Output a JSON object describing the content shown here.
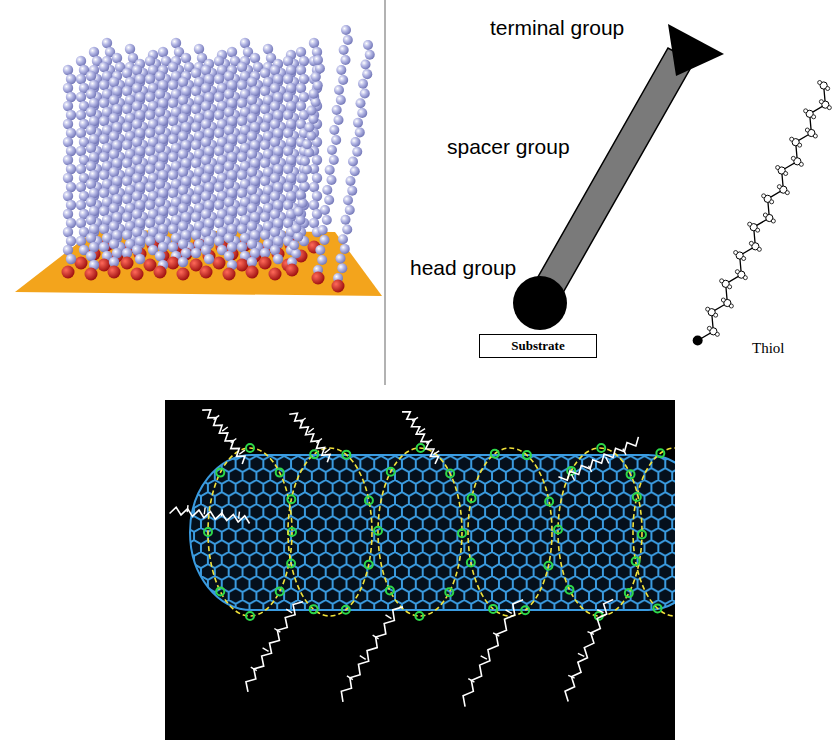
{
  "diagram": {
    "nodes": [
      {
        "text": [
          "Substrate"
        ]
      }
    ],
    "labels": [
      "terminal group",
      "spacer group",
      "head group",
      "Thiol"
    ]
  }
}
